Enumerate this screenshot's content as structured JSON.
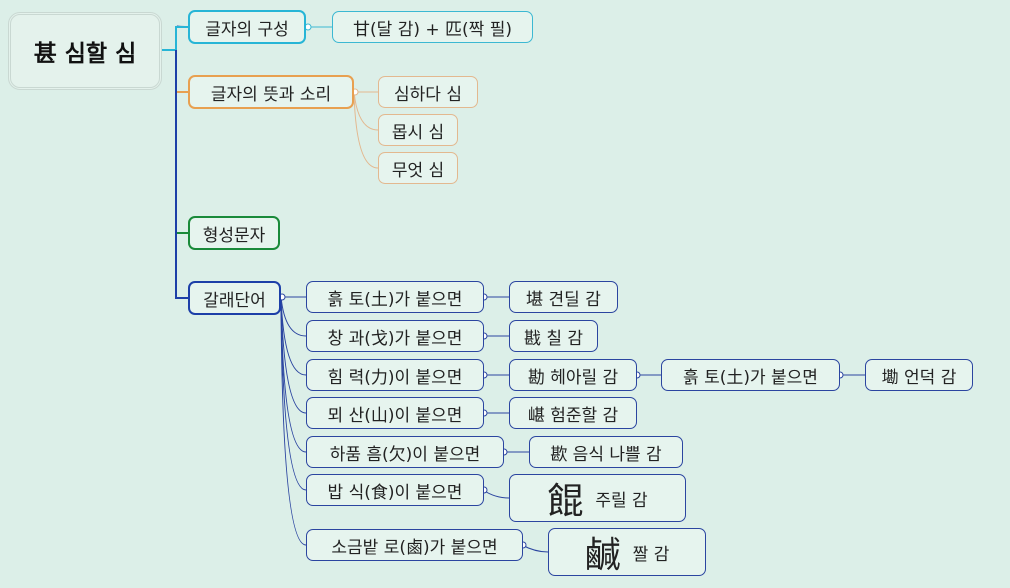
{
  "root": {
    "label": "甚 심할 심"
  },
  "composition": {
    "label": "글자의 구성",
    "value": "甘(달 감) + 匹(짝 필)"
  },
  "meaning": {
    "label": "글자의 뜻과 소리",
    "items": [
      "심하다 심",
      "몹시 심",
      "무엇 심"
    ]
  },
  "type": {
    "label": "형성문자"
  },
  "derived": {
    "label": "갈래단어",
    "branches": [
      {
        "prefix": "흙 토(土)가 붙으면",
        "result": "堪 견딜 감"
      },
      {
        "prefix": "창 과(戈)가 붙으면",
        "result": "戡 칠 감"
      },
      {
        "prefix": "힘 력(力)이 붙으면",
        "result": "勘 헤아릴 감",
        "sub_prefix": "흙 토(土)가 붙으면",
        "sub_result": "墈 언덕 감"
      },
      {
        "prefix": "뫼 산(山)이 붙으면",
        "result": "嵁 험준할 감"
      },
      {
        "prefix": "하품 흠(欠)이 붙으면",
        "result": "歁 음식 나쁠 감"
      },
      {
        "prefix": "밥 식(食)이 붙으면",
        "result_char": "餛",
        "result": "주릴 감"
      },
      {
        "prefix": "소금밭 로(鹵)가 붙으면",
        "result_char": "鹹",
        "result": "짤 감"
      }
    ]
  },
  "colors": {
    "background": "#dcefe8",
    "composition": "#27b5d6",
    "meaning": "#e8a050",
    "type": "#1a8a3a",
    "derived": "#1d3fa8"
  }
}
